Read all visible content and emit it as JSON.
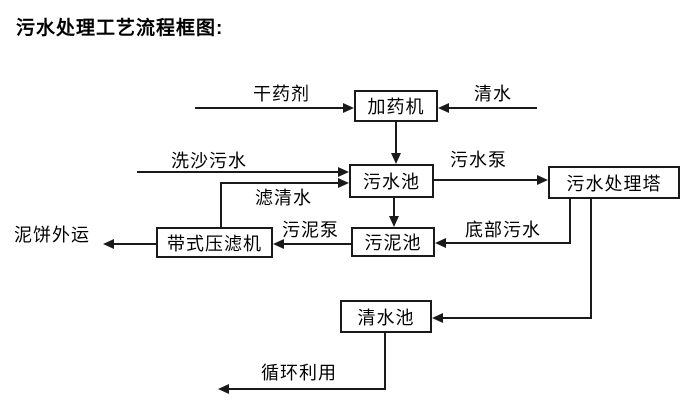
{
  "title": "污水处理工艺流程框图:",
  "nodes": {
    "dosing_machine": "加药机",
    "sewage_pool": "污水池",
    "treatment_tower": "污水处理塔",
    "sludge_pool": "污泥池",
    "belt_filter_press": "带式压滤机",
    "clean_water_pool": "清水池"
  },
  "flow_labels": {
    "dry_agent": "干药剂",
    "clean_water_in": "清水",
    "sand_washing_sewage": "洗沙污水",
    "filtered_clean_water": "滤清水",
    "sewage_pump": "污水泵",
    "bottom_sewage": "底部污水",
    "sludge_pump": "污泥泵",
    "mud_cake_outbound": "泥饼外运",
    "recycling_reuse": "循环利用"
  },
  "colors": {
    "line": "#1a1a1a",
    "text": "#000000",
    "background": "#ffffff"
  }
}
